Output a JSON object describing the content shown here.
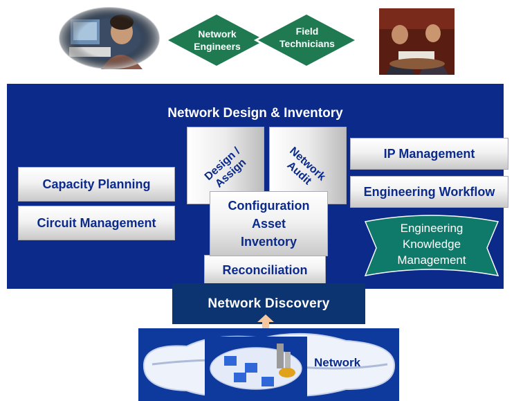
{
  "roles": [
    {
      "id": "network-engineers",
      "label_line1": "Network",
      "label_line2": "Engineers"
    },
    {
      "id": "field-technicians",
      "label_line1": "Field",
      "label_line2": "Technicians"
    }
  ],
  "panel": {
    "title": "Network Design & Inventory",
    "left_boxes": [
      "Capacity Planning",
      "Circuit Management"
    ],
    "right_boxes": [
      "IP Management",
      "Engineering Workflow"
    ],
    "rotated": {
      "design_line1": "Design /",
      "design_line2": "Assign",
      "audit_line1": "Network",
      "audit_line2": "Audit"
    },
    "center": {
      "line1": "Configuration",
      "line2": "Asset",
      "line3": "Inventory"
    },
    "reconciliation": "Reconciliation",
    "knowledge": {
      "line1": "Engineering",
      "line2": "Knowledge",
      "line3": "Management"
    }
  },
  "discovery": "Network Discovery",
  "network_label": "Network",
  "colors": {
    "panel_blue": "#0b2a8a",
    "diamond_green": "#1f7a52",
    "ekm_teal": "#0f7a6a",
    "discovery_navy": "#0b3470",
    "arrow_peach": "#f5c8a0"
  }
}
